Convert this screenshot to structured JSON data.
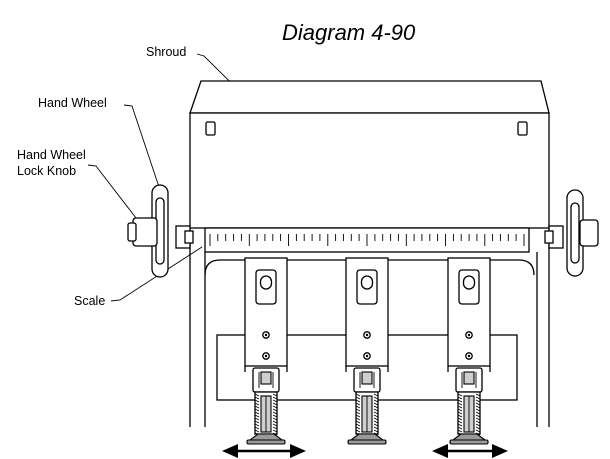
{
  "diagram": {
    "title": "Diagram 4-90",
    "labels": {
      "shroud": "Shroud",
      "hand_wheel": "Hand Wheel",
      "lock_knob_line1": "Hand Wheel",
      "lock_knob_line2": "Lock Knob",
      "scale": "Scale"
    },
    "colors": {
      "line": "#000000",
      "background": "#ffffff",
      "shading": "#cfcfcf"
    }
  }
}
